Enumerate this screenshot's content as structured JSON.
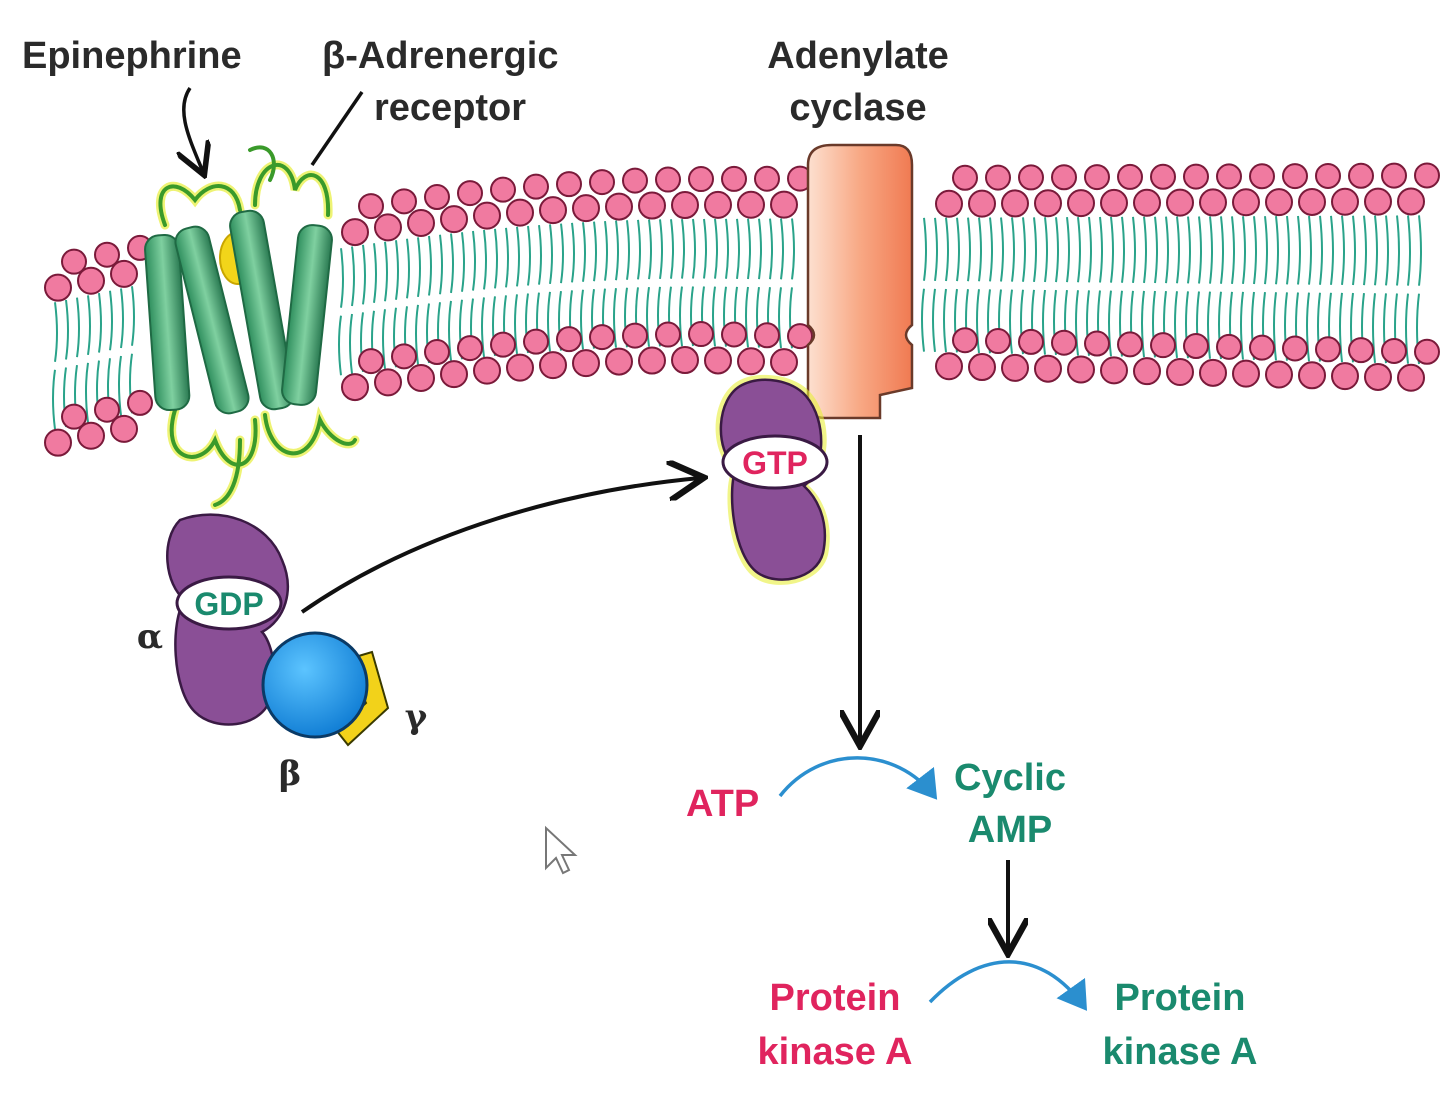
{
  "labels": {
    "epinephrine": "Epinephrine",
    "receptor_line1": "β-Adrenergic",
    "receptor_line2": "receptor",
    "cyclase_line1": "Adenylate",
    "cyclase_line2": "cyclase",
    "gdp": "GDP",
    "gtp": "GTP",
    "alpha": "α",
    "beta": "β",
    "gamma": "γ",
    "atp": "ATP",
    "camp_line1": "Cyclic",
    "camp_line2": "AMP",
    "pka_inactive_line1": "Protein",
    "pka_inactive_line2": "kinase A",
    "pka_active_line1": "Protein",
    "pka_active_line2": "kinase A"
  },
  "colors": {
    "substrate_text": "#e0245e",
    "product_text": "#1a8a6e",
    "lipid_head": "#f07aa0",
    "lipid_tail": "#2aa38a",
    "receptor": "#3ea86c",
    "g_alpha": "#8a4f96",
    "g_beta": "#1a9be8",
    "g_gamma": "#f2d21a",
    "cyclase": "#f59873",
    "curved_arrow": "#2b8fcf"
  },
  "icons": {
    "cursor": "mouse-pointer-icon"
  }
}
